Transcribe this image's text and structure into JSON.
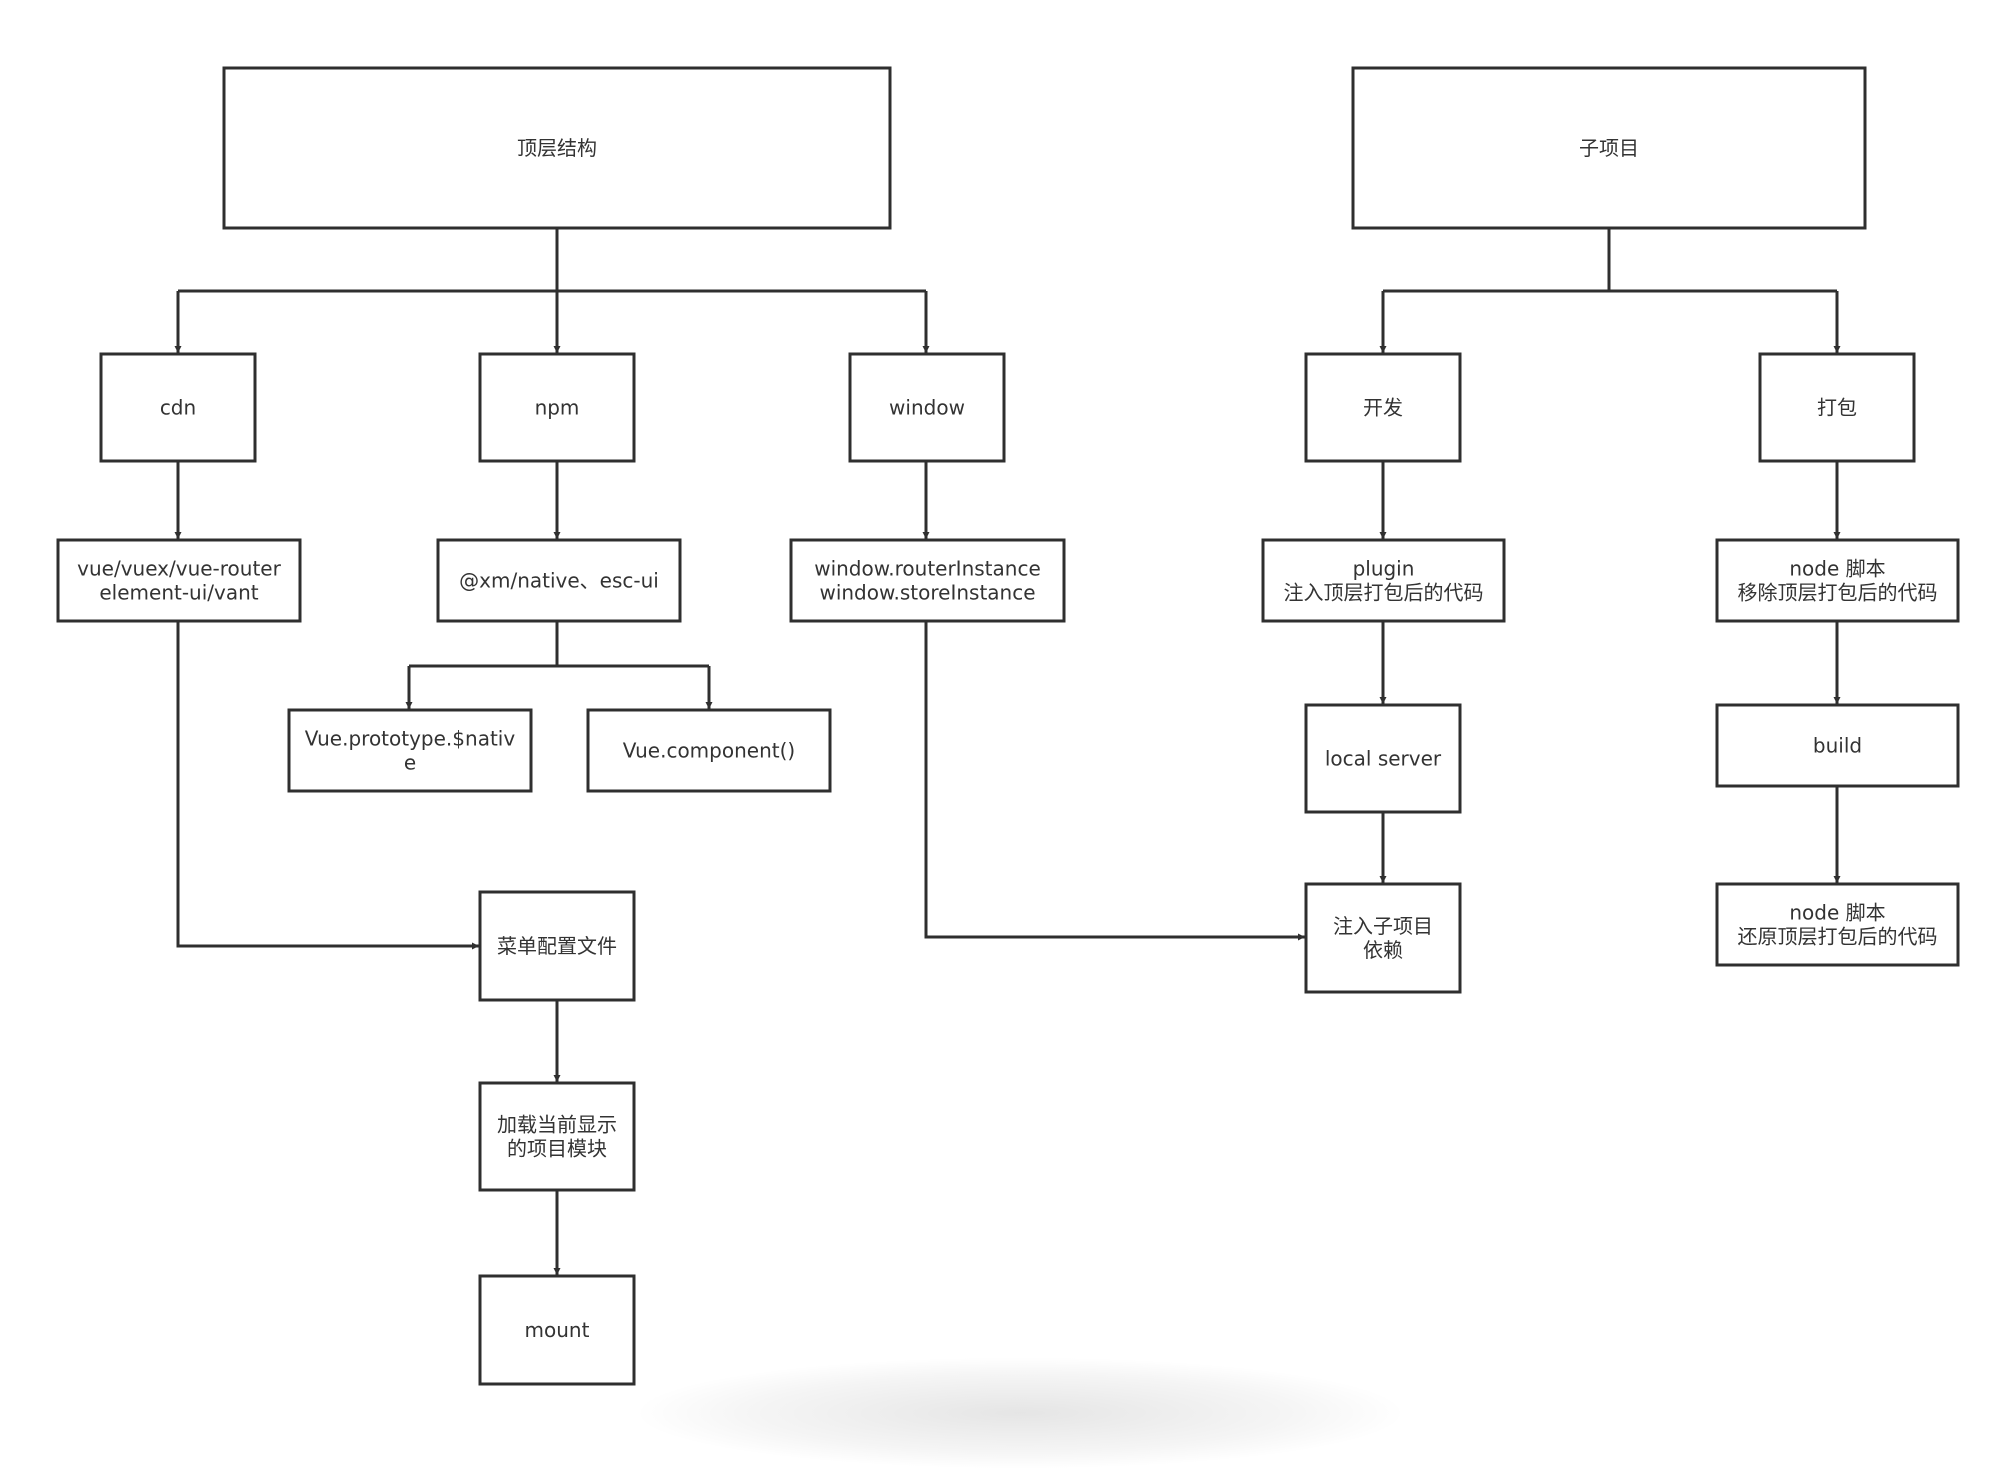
{
  "nodes": {
    "top_structure": [
      "顶层结构"
    ],
    "cdn": [
      "cdn"
    ],
    "npm": [
      "npm"
    ],
    "window": [
      "window"
    ],
    "vue_libs": [
      "vue/vuex/vue-router",
      "element-ui/vant"
    ],
    "xm_native": [
      "@xm/native、esc-ui"
    ],
    "window_instances": [
      "window.routerInstance",
      "window.storeInstance"
    ],
    "vue_prototype": [
      "Vue.prototype.$nativ",
      "e"
    ],
    "vue_component": [
      "Vue.component()"
    ],
    "menu_config": [
      "菜单配置文件"
    ],
    "load_module": [
      "加载当前显示",
      "的项目模块"
    ],
    "mount": [
      "mount"
    ],
    "sub_project": [
      "子项目"
    ],
    "develop": [
      "开发"
    ],
    "package": [
      "打包"
    ],
    "plugin": [
      "plugin",
      "注入顶层打包后的代码"
    ],
    "node_remove": [
      "node 脚本",
      "移除顶层打包后的代码"
    ],
    "local_server": [
      "local server"
    ],
    "build": [
      "build"
    ],
    "inject_deps": [
      "注入子项目",
      "依赖"
    ],
    "node_restore": [
      "node 脚本",
      "还原顶层打包后的代码"
    ]
  },
  "colors": {
    "stroke": "#2f2f2f",
    "text": "#333333",
    "background": "#ffffff"
  }
}
